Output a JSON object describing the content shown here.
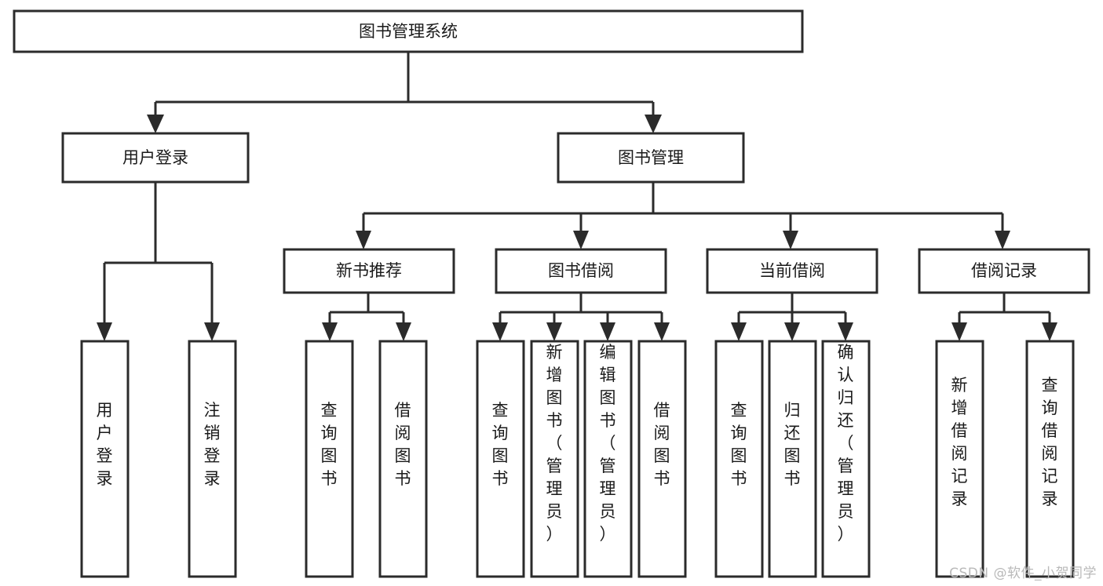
{
  "diagram": {
    "type": "tree-hierarchy",
    "title": "图书管理系统",
    "root": {
      "id": "root",
      "label": "图书管理系统",
      "orientation": "horizontal"
    },
    "level2": [
      {
        "id": "user-login",
        "label": "用户登录",
        "orientation": "horizontal"
      },
      {
        "id": "book-manage",
        "label": "图书管理",
        "orientation": "horizontal"
      }
    ],
    "level3": [
      {
        "id": "new-book-recommend",
        "label": "新书推荐",
        "orientation": "horizontal",
        "parent": "book-manage"
      },
      {
        "id": "book-borrow",
        "label": "图书借阅",
        "orientation": "horizontal",
        "parent": "book-manage"
      },
      {
        "id": "current-borrow",
        "label": "当前借阅",
        "orientation": "horizontal",
        "parent": "book-manage"
      },
      {
        "id": "borrow-record",
        "label": "借阅记录",
        "orientation": "horizontal",
        "parent": "book-manage"
      }
    ],
    "leaves": [
      {
        "id": "leaf-user-login",
        "label": "用户登录",
        "orientation": "vertical",
        "parent": "user-login"
      },
      {
        "id": "leaf-user-logout",
        "label": "注销登录",
        "orientation": "vertical",
        "parent": "user-login"
      },
      {
        "id": "leaf-query-book-1",
        "label": "查询图书",
        "orientation": "vertical",
        "parent": "new-book-recommend"
      },
      {
        "id": "leaf-borrow-book-1",
        "label": "借阅图书",
        "orientation": "vertical",
        "parent": "new-book-recommend"
      },
      {
        "id": "leaf-query-book-2",
        "label": "查询图书",
        "orientation": "vertical",
        "parent": "book-borrow"
      },
      {
        "id": "leaf-add-book",
        "label": "新增图书（管理员）",
        "orientation": "vertical",
        "parent": "book-borrow"
      },
      {
        "id": "leaf-edit-book",
        "label": "编辑图书（管理员）",
        "orientation": "vertical",
        "parent": "book-borrow"
      },
      {
        "id": "leaf-borrow-book-2",
        "label": "借阅图书",
        "orientation": "vertical",
        "parent": "book-borrow"
      },
      {
        "id": "leaf-query-book-3",
        "label": "查询图书",
        "orientation": "vertical",
        "parent": "current-borrow"
      },
      {
        "id": "leaf-return-book",
        "label": "归还图书",
        "orientation": "vertical",
        "parent": "current-borrow"
      },
      {
        "id": "leaf-confirm-return",
        "label": "确认归还（管理员）",
        "orientation": "vertical",
        "parent": "current-borrow"
      },
      {
        "id": "leaf-add-record",
        "label": "新增借阅记录",
        "orientation": "vertical",
        "parent": "borrow-record"
      },
      {
        "id": "leaf-query-record",
        "label": "查询借阅记录",
        "orientation": "vertical",
        "parent": "borrow-record"
      }
    ],
    "colors": {
      "stroke": "#2b2b2b",
      "fill": "#ffffff",
      "text": "#1a1a1a",
      "watermark": "#b9b9b9",
      "background": "#ffffff"
    }
  },
  "watermark": {
    "text": "CSDN @软件_小贺同学"
  }
}
